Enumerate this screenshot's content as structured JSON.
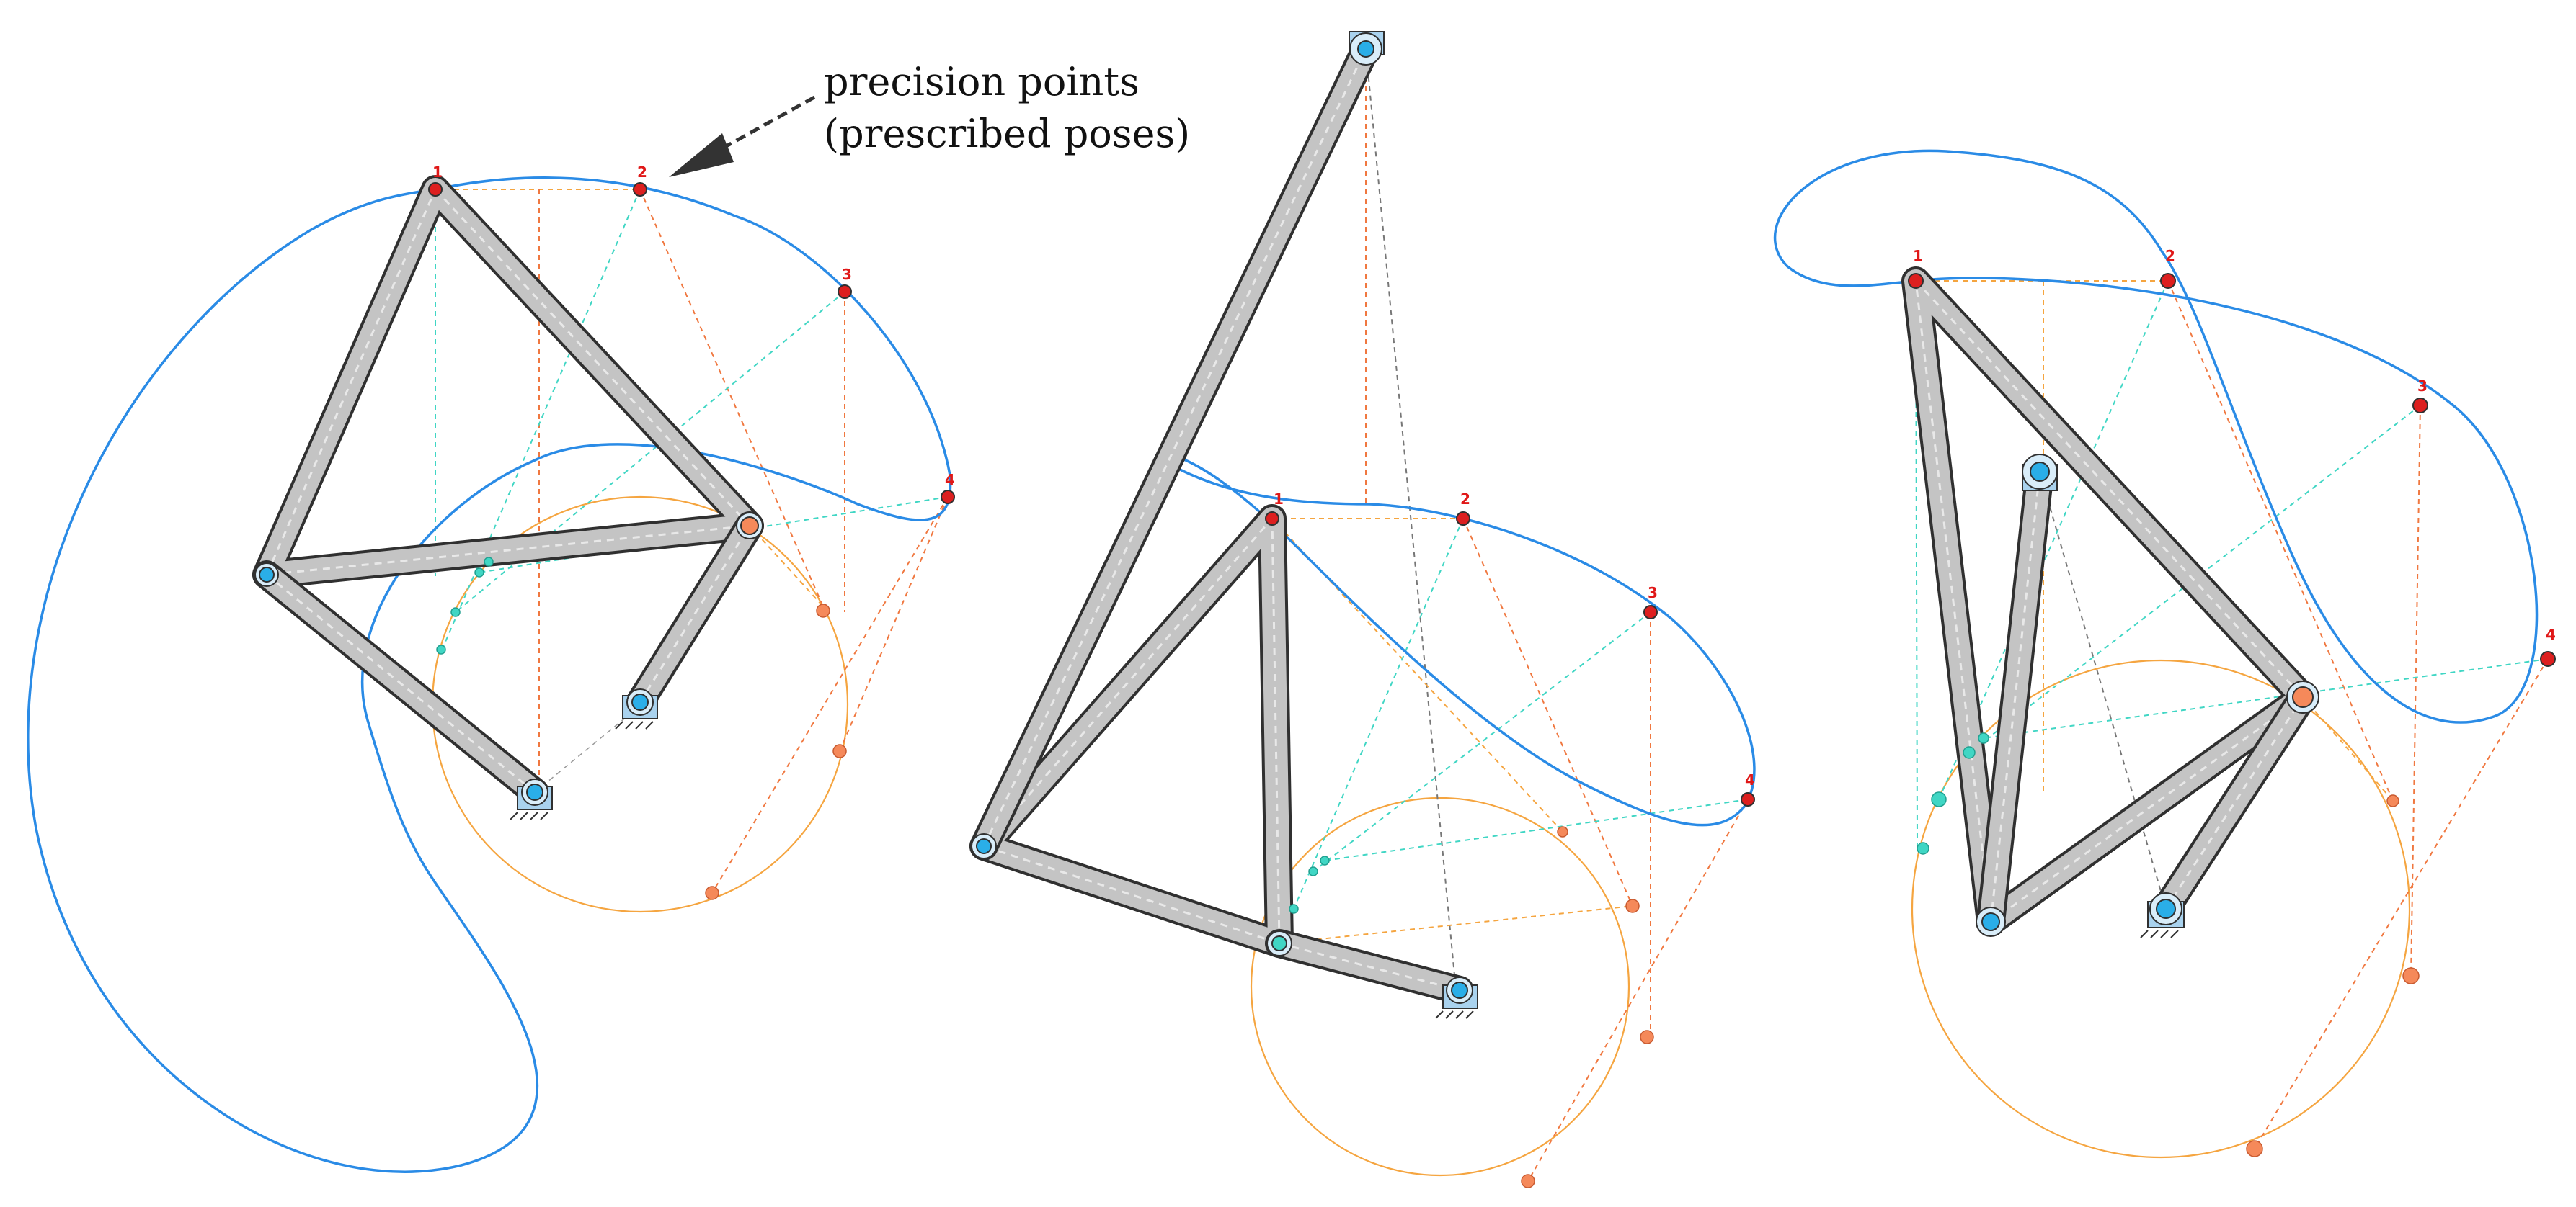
{
  "annotation": {
    "line1": "precision points",
    "line2": "(prescribed poses)"
  },
  "colors": {
    "coupler_curve": "#2a8be6",
    "circle": "#f5a540",
    "orange_dash": "#f07840",
    "teal_dash": "#40d6c4",
    "orange_joint": "#f5895a",
    "link_fill": "#c4c4c4",
    "link_stroke": "#303030",
    "pivot_joint": "#2aaee8",
    "ground_fill": "#a9d2ee",
    "precision_point": "#dd1f1f",
    "precision_label": "#e01818"
  },
  "precision_labels": [
    "1",
    "2",
    "3",
    "4"
  ],
  "mechanisms": [
    {
      "name": "mechanism-left",
      "precision_point_labels": [
        "1",
        "2",
        "3",
        "4"
      ]
    },
    {
      "name": "mechanism-middle",
      "precision_point_labels": [
        "1",
        "2",
        "3",
        "4"
      ]
    },
    {
      "name": "mechanism-right",
      "precision_point_labels": [
        "1",
        "2",
        "3",
        "4"
      ]
    }
  ]
}
